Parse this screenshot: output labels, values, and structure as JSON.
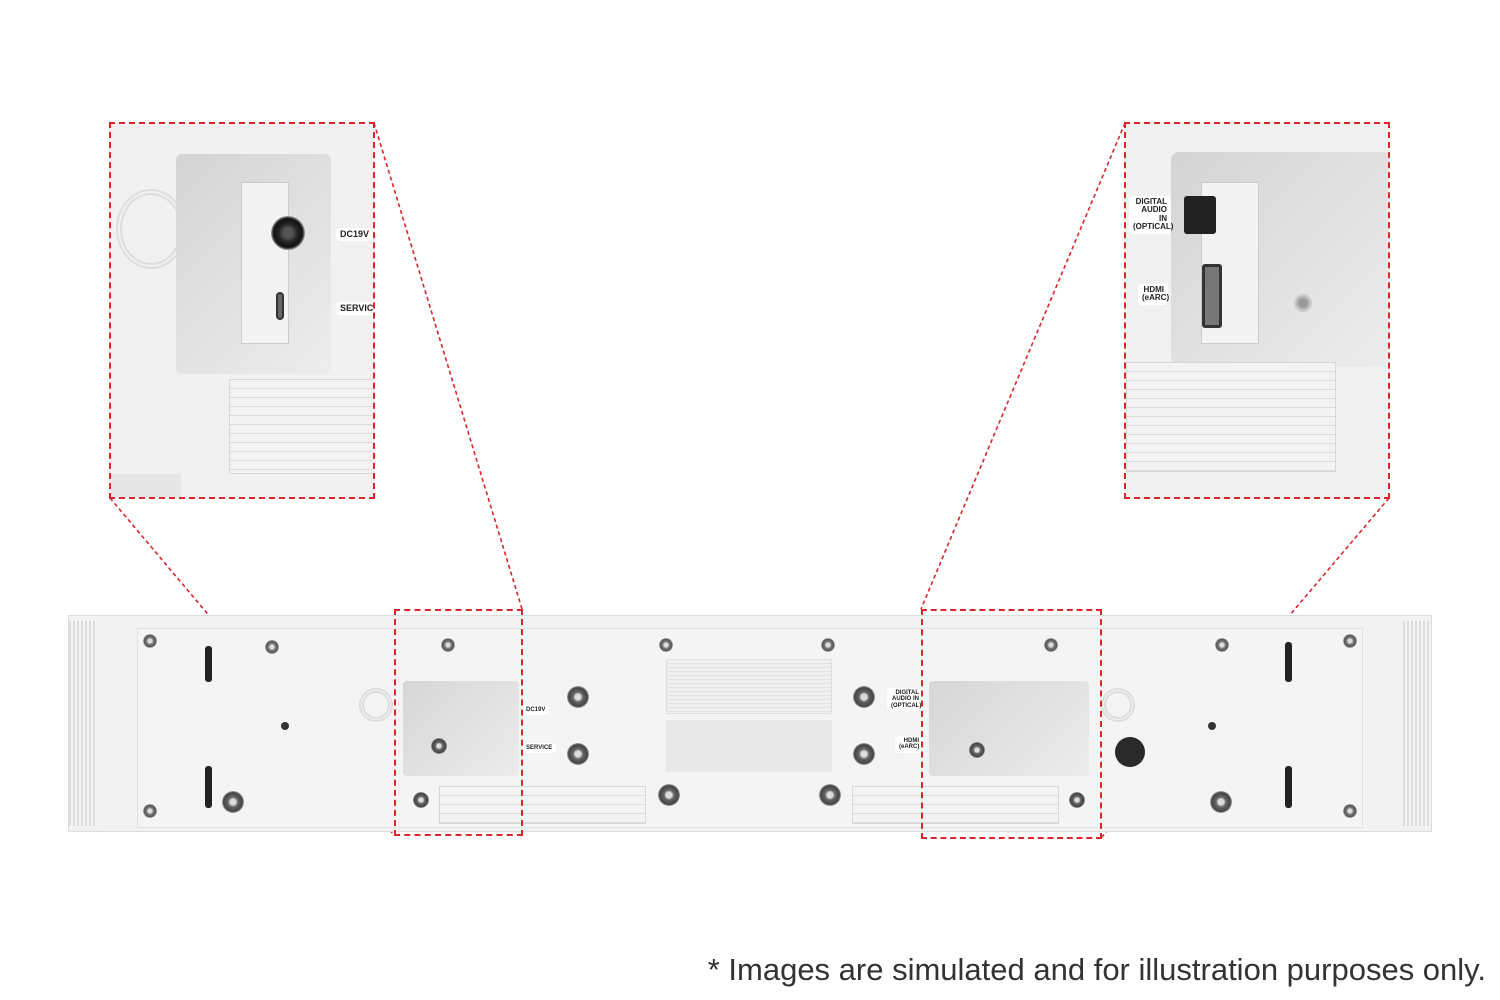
{
  "callouts": {
    "left": {
      "labels": {
        "dc": "DC19V",
        "service": "SERVICE"
      }
    },
    "right": {
      "labels": {
        "optical": "DIGITAL AUDIO IN (OPTICAL)",
        "hdmi": "HDMI (eARC)"
      }
    }
  },
  "soundbar": {
    "labels": {
      "dc": "DC19V",
      "service": "SERVICE",
      "optical": "DIGITAL AUDIO IN (OPTICAL)",
      "hdmi": "HDMI (eARC)"
    }
  },
  "footnote": "* Images are simulated and for illustration purposes only.",
  "colors": {
    "callout_border": "#d9262b",
    "body": "#f1f1f1"
  }
}
